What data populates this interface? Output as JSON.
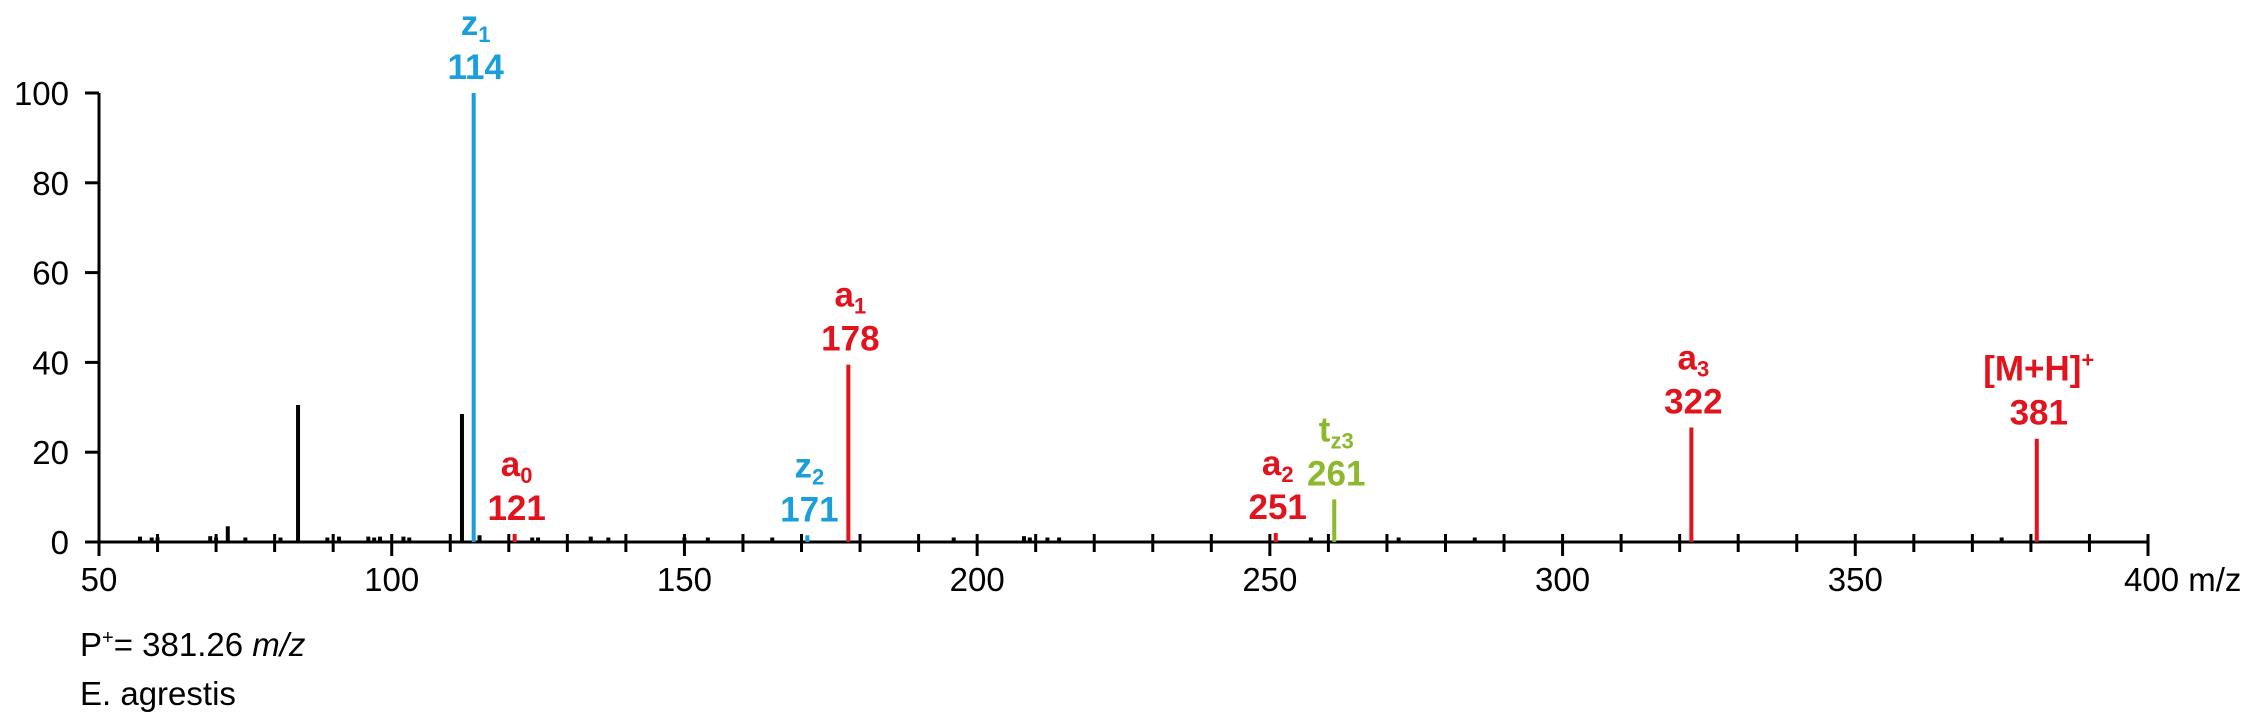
{
  "chart_data": {
    "type": "bar",
    "xlim": [
      50,
      400
    ],
    "ylim": [
      0,
      100
    ],
    "x_major_ticks": [
      50,
      100,
      150,
      200,
      250,
      300,
      350,
      400
    ],
    "y_ticks": [
      0,
      20,
      40,
      60,
      80,
      100
    ],
    "x_tick_labels": [
      "50",
      "100",
      "150",
      "200",
      "250",
      "300",
      "350",
      "400 m/z"
    ],
    "y_tick_labels": [
      "0",
      "20",
      "40",
      "60",
      "80",
      "100"
    ],
    "grid": false,
    "colors": {
      "unassigned": "#000000",
      "z": "#1a9fdb",
      "a": "#e1141e",
      "t": "#8cb82d"
    },
    "peaks": [
      {
        "mz": 57,
        "intensity": 1.2,
        "series": "unassigned"
      },
      {
        "mz": 59,
        "intensity": 1.0,
        "series": "unassigned"
      },
      {
        "mz": 60,
        "intensity": 1.0,
        "series": "unassigned"
      },
      {
        "mz": 69,
        "intensity": 1.3,
        "series": "unassigned"
      },
      {
        "mz": 70,
        "intensity": 1.0,
        "series": "unassigned"
      },
      {
        "mz": 72,
        "intensity": 3.5,
        "series": "unassigned"
      },
      {
        "mz": 75,
        "intensity": 1.0,
        "series": "unassigned"
      },
      {
        "mz": 81,
        "intensity": 1.0,
        "series": "unassigned"
      },
      {
        "mz": 84,
        "intensity": 30.5,
        "series": "unassigned"
      },
      {
        "mz": 89,
        "intensity": 1.0,
        "series": "unassigned"
      },
      {
        "mz": 91,
        "intensity": 1.2,
        "series": "unassigned"
      },
      {
        "mz": 96,
        "intensity": 1.2,
        "series": "unassigned"
      },
      {
        "mz": 97,
        "intensity": 1.0,
        "series": "unassigned"
      },
      {
        "mz": 98,
        "intensity": 1.2,
        "series": "unassigned"
      },
      {
        "mz": 102,
        "intensity": 1.2,
        "series": "unassigned"
      },
      {
        "mz": 103,
        "intensity": 1.0,
        "series": "unassigned"
      },
      {
        "mz": 112,
        "intensity": 28.5,
        "series": "unassigned"
      },
      {
        "mz": 115,
        "intensity": 1.5,
        "series": "unassigned"
      },
      {
        "mz": 124,
        "intensity": 1.0,
        "series": "unassigned"
      },
      {
        "mz": 125,
        "intensity": 1.0,
        "series": "unassigned"
      },
      {
        "mz": 134,
        "intensity": 1.2,
        "series": "unassigned"
      },
      {
        "mz": 137,
        "intensity": 1.0,
        "series": "unassigned"
      },
      {
        "mz": 150,
        "intensity": 1.0,
        "series": "unassigned"
      },
      {
        "mz": 154,
        "intensity": 1.0,
        "series": "unassigned"
      },
      {
        "mz": 165,
        "intensity": 1.0,
        "series": "unassigned"
      },
      {
        "mz": 196,
        "intensity": 1.0,
        "series": "unassigned"
      },
      {
        "mz": 208,
        "intensity": 1.3,
        "series": "unassigned"
      },
      {
        "mz": 209,
        "intensity": 1.0,
        "series": "unassigned"
      },
      {
        "mz": 212,
        "intensity": 1.0,
        "series": "unassigned"
      },
      {
        "mz": 214,
        "intensity": 1.0,
        "series": "unassigned"
      },
      {
        "mz": 257,
        "intensity": 1.0,
        "series": "unassigned"
      },
      {
        "mz": 272,
        "intensity": 1.0,
        "series": "unassigned"
      },
      {
        "mz": 285,
        "intensity": 1.0,
        "series": "unassigned"
      },
      {
        "mz": 375,
        "intensity": 1.0,
        "series": "unassigned"
      },
      {
        "mz": 114,
        "intensity": 100,
        "series": "z",
        "ion": "z",
        "sub": "1",
        "sup": "",
        "mz_label": "114"
      },
      {
        "mz": 121,
        "intensity": 1.8,
        "series": "a",
        "ion": "a",
        "sub": "0",
        "sup": "",
        "mz_label": "121"
      },
      {
        "mz": 171,
        "intensity": 1.5,
        "series": "z",
        "ion": "z",
        "sub": "2",
        "sup": "",
        "mz_label": "171"
      },
      {
        "mz": 178,
        "intensity": 39.5,
        "series": "a",
        "ion": "a",
        "sub": "1",
        "sup": "",
        "mz_label": "178"
      },
      {
        "mz": 251,
        "intensity": 2.0,
        "series": "a",
        "ion": "a",
        "sub": "2",
        "sup": "",
        "mz_label": "251"
      },
      {
        "mz": 261,
        "intensity": 9.5,
        "series": "t",
        "ion": "t",
        "sub": "z3",
        "sup": "",
        "mz_label": "261"
      },
      {
        "mz": 322,
        "intensity": 25.5,
        "series": "a",
        "ion": "a",
        "sub": "3",
        "sup": "",
        "mz_label": "322"
      },
      {
        "mz": 381,
        "intensity": 23.0,
        "series": "a",
        "ion": "[M+H]",
        "sub": "",
        "sup": "+",
        "mz_label": "381"
      }
    ]
  },
  "footnotes": {
    "precursor_prefix": "P",
    "precursor_charge": "+",
    "precursor_value": "= 381.26 ",
    "precursor_unit": "m/z",
    "species": "E. agrestis"
  }
}
